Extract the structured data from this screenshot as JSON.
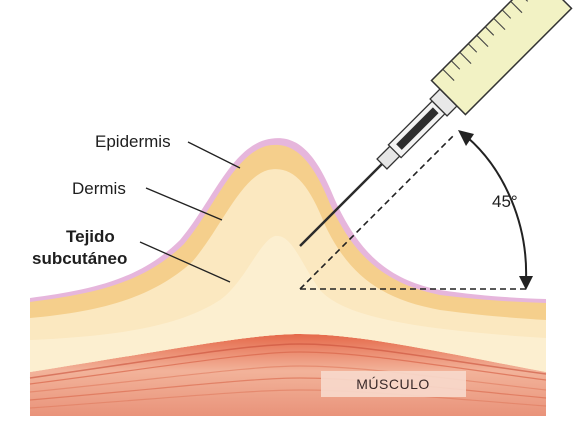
{
  "labels": {
    "epidermis": "Epidermis",
    "dermis": "Dermis",
    "subcutaneous_line1": "Tejido",
    "subcutaneous_line2": "subcutáneo",
    "muscle": "MÚSCULO",
    "angle": "45°"
  },
  "colors": {
    "epidermis": "#e7b9df",
    "dermis": "#f5d394",
    "subcutaneous": "#fbeac4",
    "muscle_light": "#f0a58a",
    "muscle_dark": "#d9603f",
    "syringe_barrel": "#f2f2c8",
    "needle": "#2b2b2b"
  },
  "icons": {
    "syringe": "syringe-icon"
  }
}
